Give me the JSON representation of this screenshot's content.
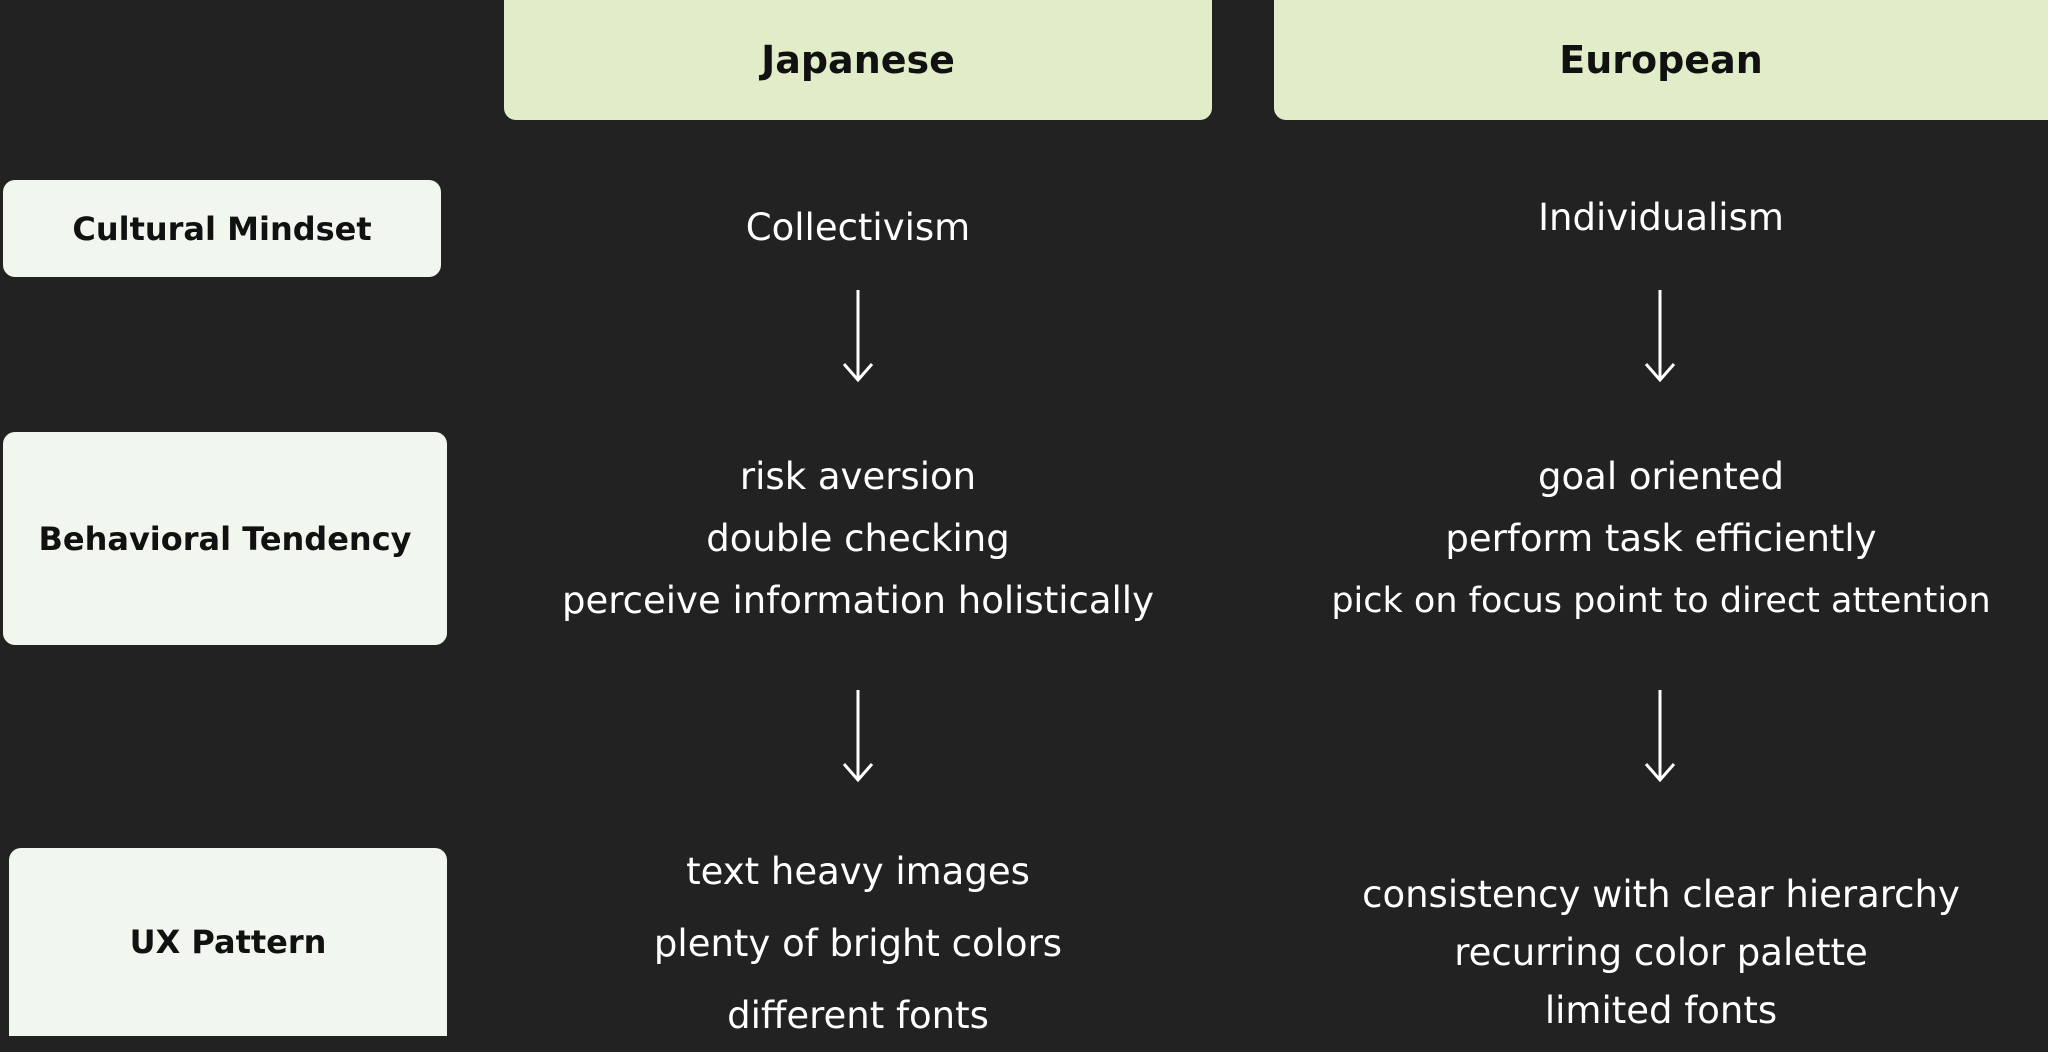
{
  "columns": [
    "Japanese",
    "European"
  ],
  "rows": [
    "Cultural Mindset",
    "Behavioral Tendency",
    "UX Pattern"
  ],
  "japanese": {
    "mindset": "Collectivism",
    "behavior": [
      "risk aversion",
      "double checking",
      "perceive information holistically"
    ],
    "ux": [
      "text heavy images",
      "plenty of bright colors",
      "different fonts"
    ]
  },
  "european": {
    "mindset": "Individualism",
    "behavior": [
      "goal oriented",
      "perform task efficiently",
      "pick on focus point to direct attention"
    ],
    "ux": [
      "consistency with clear hierarchy",
      "recurring color palette",
      "limited fonts"
    ]
  },
  "colors": {
    "background": "#222222",
    "column_header": "#e1edc8",
    "row_label": "#f1f6ee",
    "text_light": "#ffffff"
  }
}
